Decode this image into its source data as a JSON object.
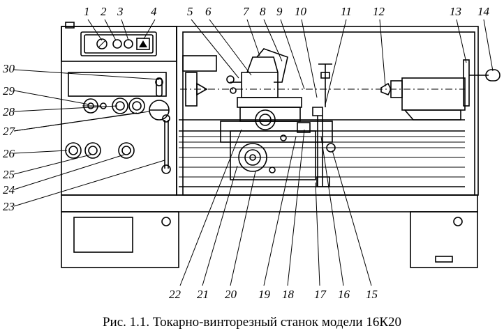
{
  "caption": "Рис. 1.1. Токарно-винторезный станок модели 16К20",
  "labels": [
    "1",
    "2",
    "3",
    "4",
    "5",
    "6",
    "7",
    "8",
    "9",
    "10",
    "11",
    "12",
    "13",
    "14",
    "15",
    "16",
    "17",
    "18",
    "19",
    "20",
    "21",
    "22",
    "23",
    "24",
    "25",
    "26",
    "27",
    "28",
    "29",
    "30"
  ]
}
